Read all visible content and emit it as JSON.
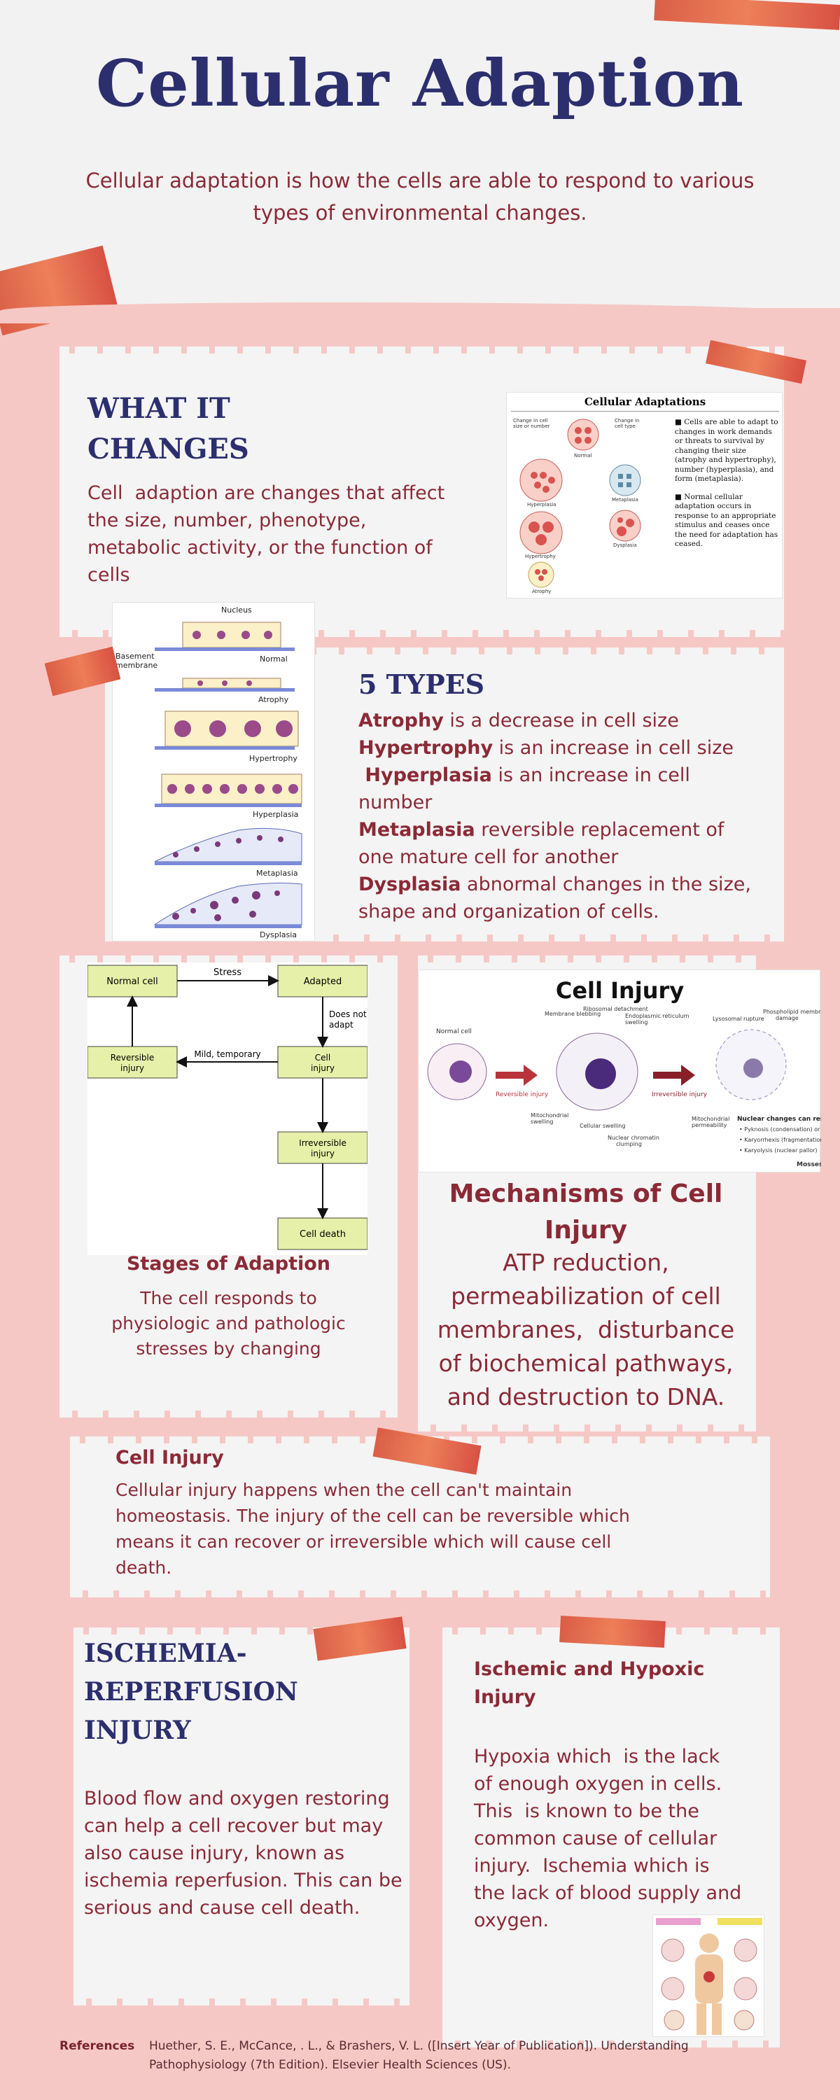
{
  "header": {
    "title": "Cellular Adaption",
    "intro": "Cellular adaptation is how the cells are able to respond to various types of environmental changes."
  },
  "what_it_changes": {
    "heading_line1": "WHAT IT",
    "heading_line2": "CHANGES",
    "body": "Cell  adaption are changes that affect the size, number, phenotype, metabolic activity, or the function of cells"
  },
  "figure_cellular_adaptations": {
    "title": "Cellular Adaptations",
    "bullet1": "Cells are able to adapt to changes in work demands or threats to survival by changing their size (atrophy and hypertrophy), number (hyperplasia), and form (metaplasia).",
    "bullet2": "Normal cellular adaptation occurs in response to an appropriate stimulus and ceases once the need for adaptation has ceased.",
    "labels": [
      "Change in cell size or number",
      "Normal",
      "Change in cell type",
      "Hyperplasia",
      "Metaplasia",
      "Hypertrophy",
      "Dysplasia",
      "Atrophy"
    ]
  },
  "figure_epithelium": {
    "labels": [
      "Nucleus",
      "Basement membrane",
      "Normal",
      "Atrophy",
      "Hypertrophy",
      "Hyperplasia",
      "Metaplasia",
      "Dysplasia"
    ]
  },
  "five_types": {
    "heading": "5 TYPES",
    "items": [
      {
        "term": "Atrophy",
        "desc": " is a decrease in cell size"
      },
      {
        "term": "Hypertrophy",
        "desc": " is an increase in cell size"
      },
      {
        "term": " Hyperplasia",
        "desc": " is an increase in cell number"
      },
      {
        "term": "Metaplasia",
        "desc": " reversible replacement of one mature cell for another"
      },
      {
        "term": "Dysplasia",
        "desc": " abnormal changes in the size, shape and organization of cells."
      }
    ]
  },
  "stages_flow": {
    "normal": "Normal cell",
    "stress": "Stress",
    "adapted": "Adapted",
    "does_not_adapt": "Does not adapt",
    "reversible": "Reversible injury",
    "mild": "Mild, temporary",
    "cell_injury": "Cell injury",
    "irreversible": "Irreversible injury",
    "cell_death": "Cell death"
  },
  "stages": {
    "title": "Stages of Adaption",
    "body": "The cell responds to physiologic and pathologic stresses by changing"
  },
  "cell_injury_figure": {
    "title": "Cell Injury",
    "labels": [
      "Normal cell",
      "Membrane blebbing",
      "Ribosomal detachment",
      "Endoplasmic reticulum swelling",
      "Reversible injury",
      "Irreversible injury",
      "Lysosomal rupture",
      "Phospholipid membrane damage",
      "Mitochondrial swelling",
      "Cellular swelling",
      "Nuclear chromatin clumping",
      "Mitochondrial permeability",
      "Nuclear changes can result in",
      "Pyknosis (condensation) or",
      "Karyorrhexis (fragmentation) or",
      "Karyolysis (nuclear pallor)",
      "Mosses"
    ]
  },
  "mechanisms": {
    "title": "Mechanisms of Cell Injury",
    "body": "ATP reduction, permeabilization of cell membranes,  disturbance of biochemical pathways, and destruction to DNA."
  },
  "cell_injury": {
    "title": "Cell Injury",
    "body": "Cellular injury happens when the cell can't maintain homeostasis. The injury of the cell can be reversible which means it can recover or irreversible which will cause cell death."
  },
  "ischemia": {
    "heading_line1": "ISCHEMIA-",
    "heading_line2": "REPERFUSION",
    "heading_line3": "INJURY",
    "body": "Blood flow and oxygen restoring can help a cell recover but may also cause injury, known as ischemia reperfusion. This can be serious and cause cell death."
  },
  "hypoxic": {
    "title": "Ischemic and Hypoxic Injury",
    "body": "Hypoxia which  is the lack of enough oxygen in cells. This  is known to be the common cause of cellular injury.  Ischemia which is the lack of blood supply and oxygen."
  },
  "references": {
    "label": "References",
    "text": "Huether, S. E., McCance, . L., & Brashers, V. L. ([Insert Year of Publication]). Understanding Pathophysiology (7th Edition). Elsevier Health Sciences (US)."
  },
  "colors": {
    "navy": "#2b2f6e",
    "maroon": "#8b2a36",
    "pink_bg": "#f5c8c5",
    "paper": "#f4f4f4",
    "flow_box": "#e6f0a8"
  }
}
